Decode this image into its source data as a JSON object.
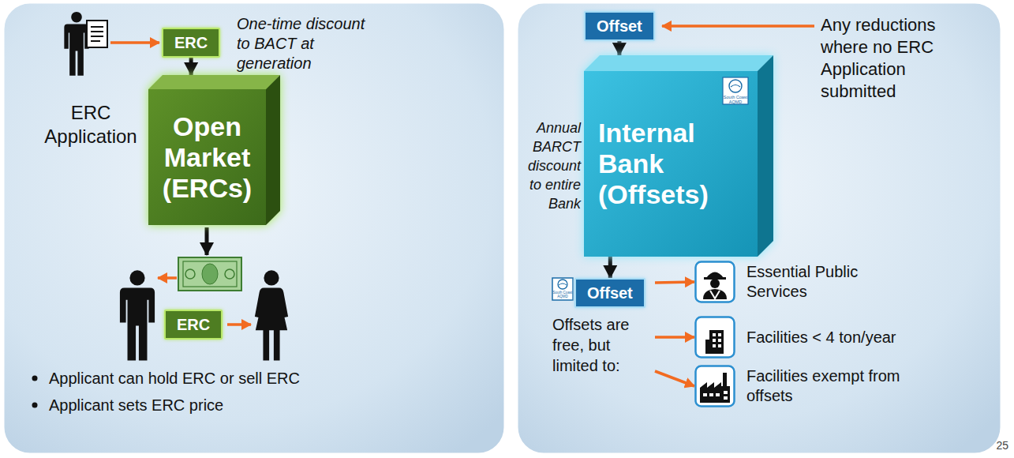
{
  "diagram": {
    "nodes": [
      {
        "text": [
          "ERC"
        ]
      },
      {
        "text": [
          "Open Market (ERCs)"
        ]
      },
      {
        "text": [
          "ERC"
        ]
      },
      {
        "text": [
          "Offset"
        ]
      },
      {
        "text": [
          "Internal Bank (Offsets)"
        ]
      },
      {
        "text": [
          "Offset",
          "Offsets are free, but limited to:"
        ]
      },
      {
        "text": [
          "Essential Public Services"
        ]
      },
      {
        "text": [
          "Facilities < 4 ton/year"
        ]
      },
      {
        "text": [
          "Facilities exempt from offsets"
        ]
      }
    ],
    "edges": [
      {
        "from": 0,
        "to": 1,
        "arrow": "to"
      },
      {
        "from": 3,
        "to": 4,
        "arrow": "to"
      },
      {
        "from": 4,
        "to": 5,
        "arrow": "to"
      },
      {
        "from": 5,
        "to": 6,
        "arrow": "to"
      },
      {
        "from": 5,
        "to": 7,
        "arrow": "to"
      },
      {
        "from": 5,
        "to": 8,
        "arrow": "to"
      }
    ],
    "labels": [
      "ERC Application",
      "One-time discount to BACT at generation",
      "Applicant can hold ERC or sell ERC",
      "Applicant sets ERC price",
      "Any reductions where no ERC Application submitted",
      "Annual BARCT discount to entire Bank",
      "South Coast AQMD",
      "South Coast AQMD",
      "25"
    ]
  }
}
